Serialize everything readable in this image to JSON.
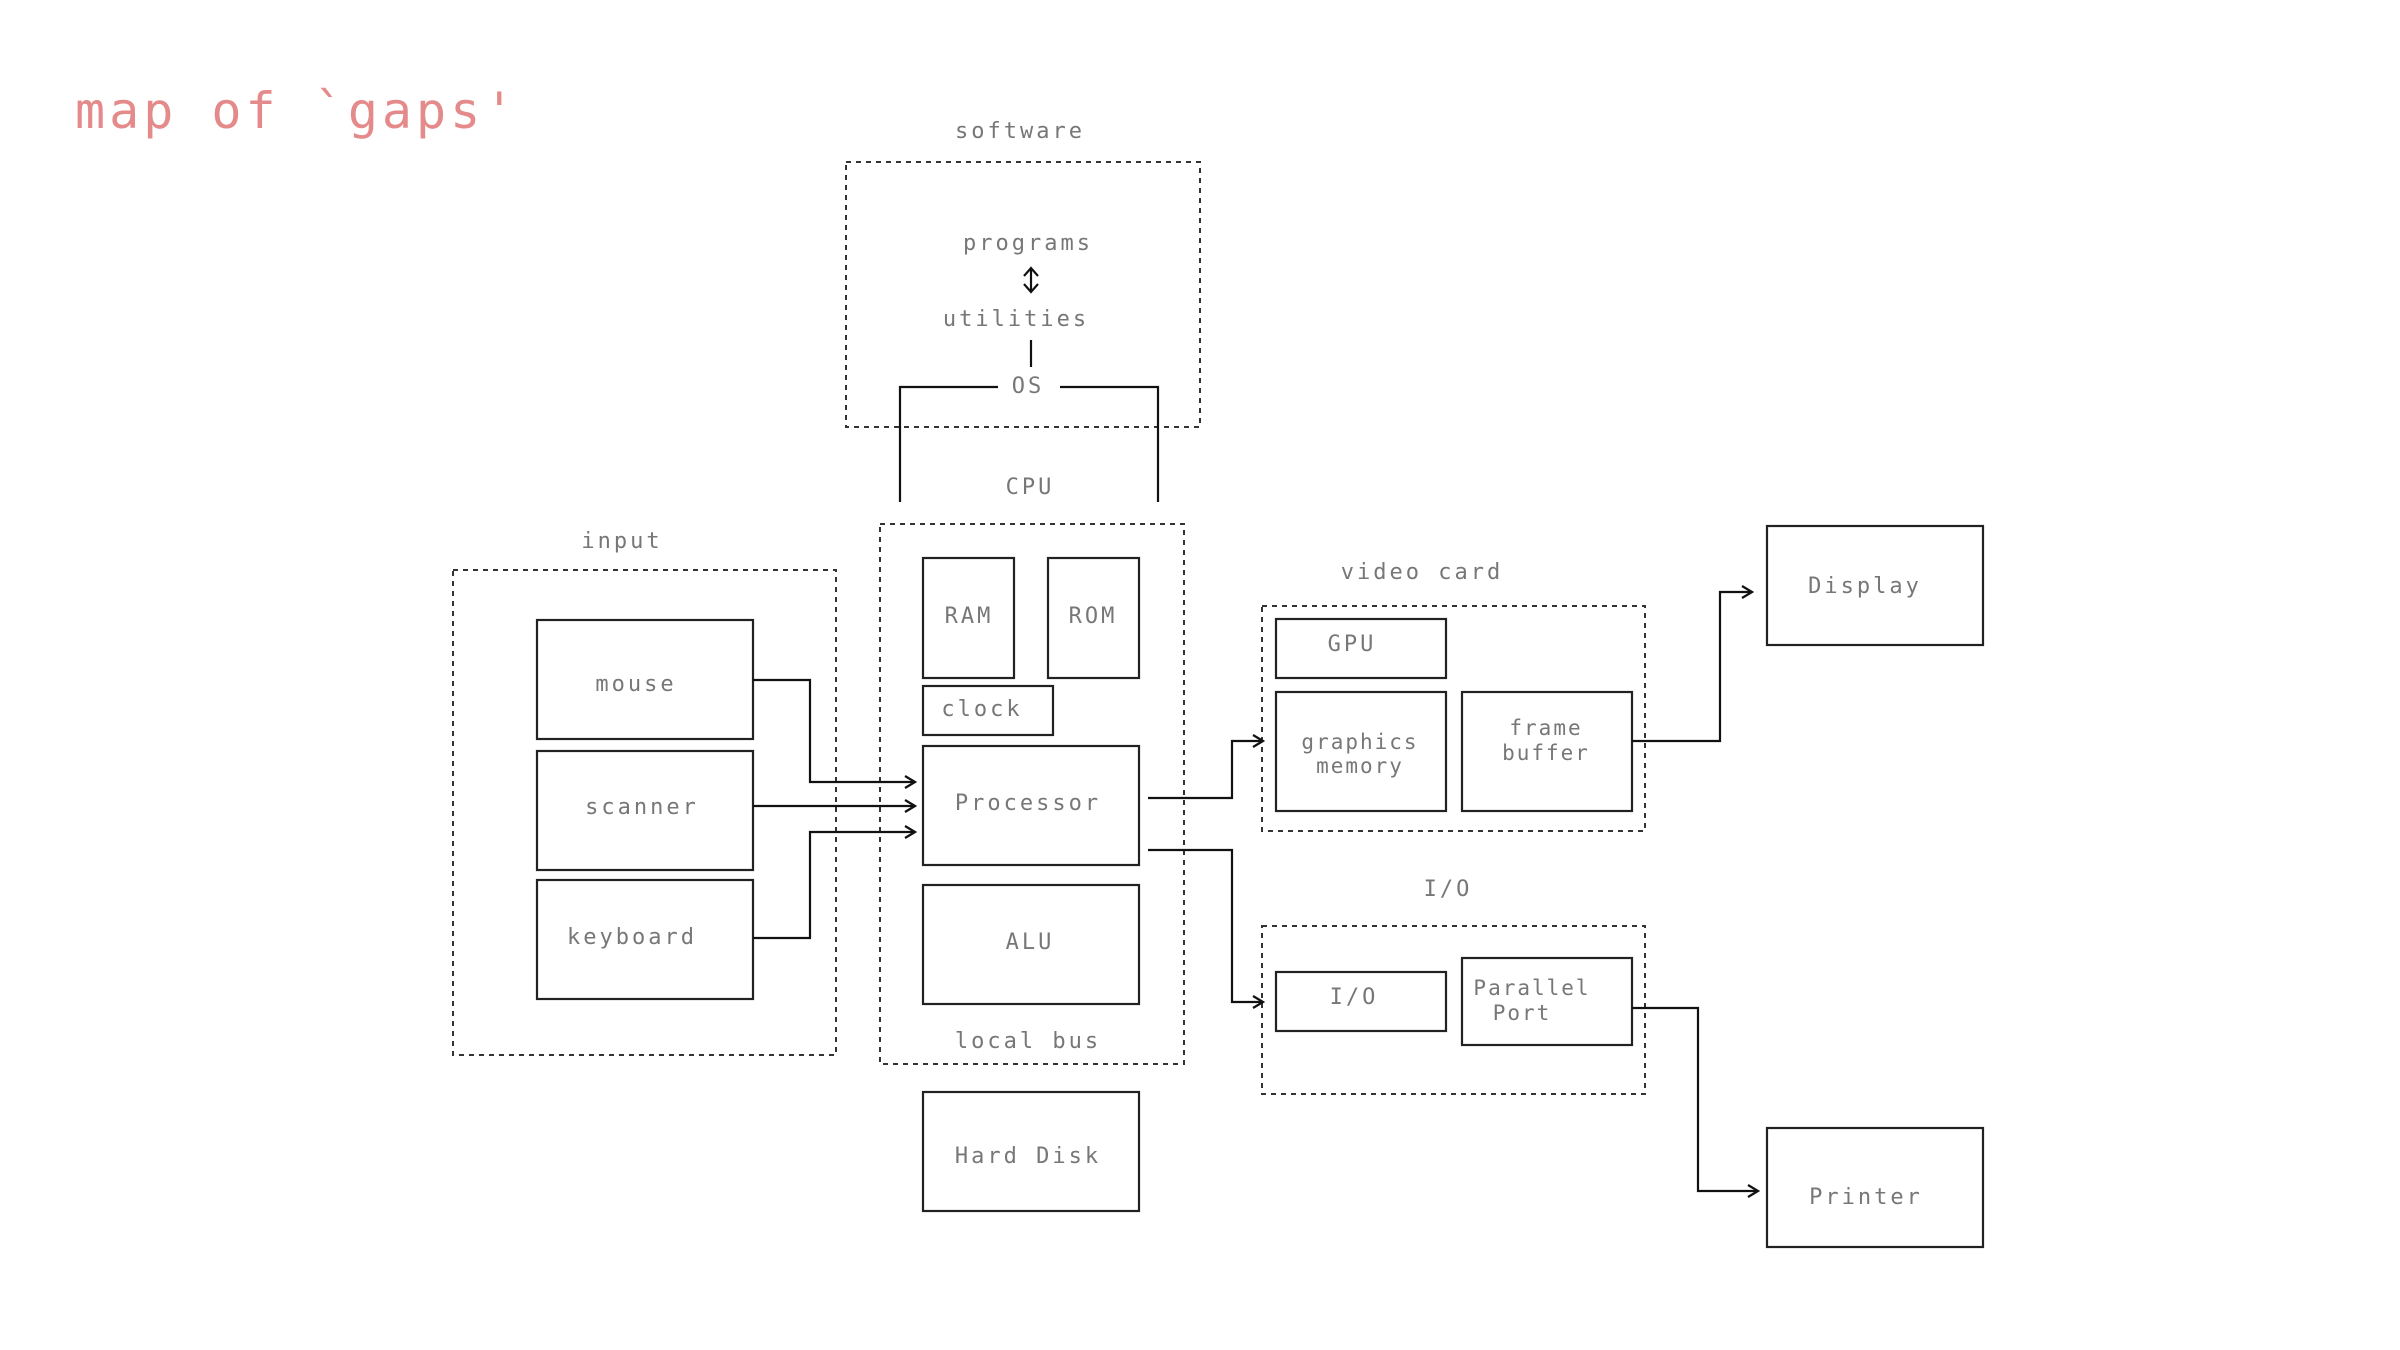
{
  "title": "map of `gaps'",
  "groups": {
    "software": "software",
    "cpu": "CPU",
    "input": "input",
    "video_card": "video card",
    "io": "I/O",
    "local_bus": "local bus"
  },
  "software": {
    "programs": "programs",
    "utilities": "utilities",
    "os": "OS"
  },
  "input": {
    "mouse": "mouse",
    "scanner": "scanner",
    "keyboard": "keyboard"
  },
  "cpu": {
    "ram": "RAM",
    "rom": "ROM",
    "clock": "clock",
    "processor": "Processor",
    "alu": "ALU"
  },
  "hard_disk": "Hard Disk",
  "video": {
    "gpu": "GPU",
    "graphics_memory_line1": "graphics",
    "graphics_memory_line2": "memory",
    "frame_buffer_line1": "frame",
    "frame_buffer_line2": "buffer"
  },
  "io": {
    "io_port": "I/O",
    "parallel_line1": "Parallel",
    "parallel_line2": "Port"
  },
  "display": "Display",
  "printer": "Printer"
}
